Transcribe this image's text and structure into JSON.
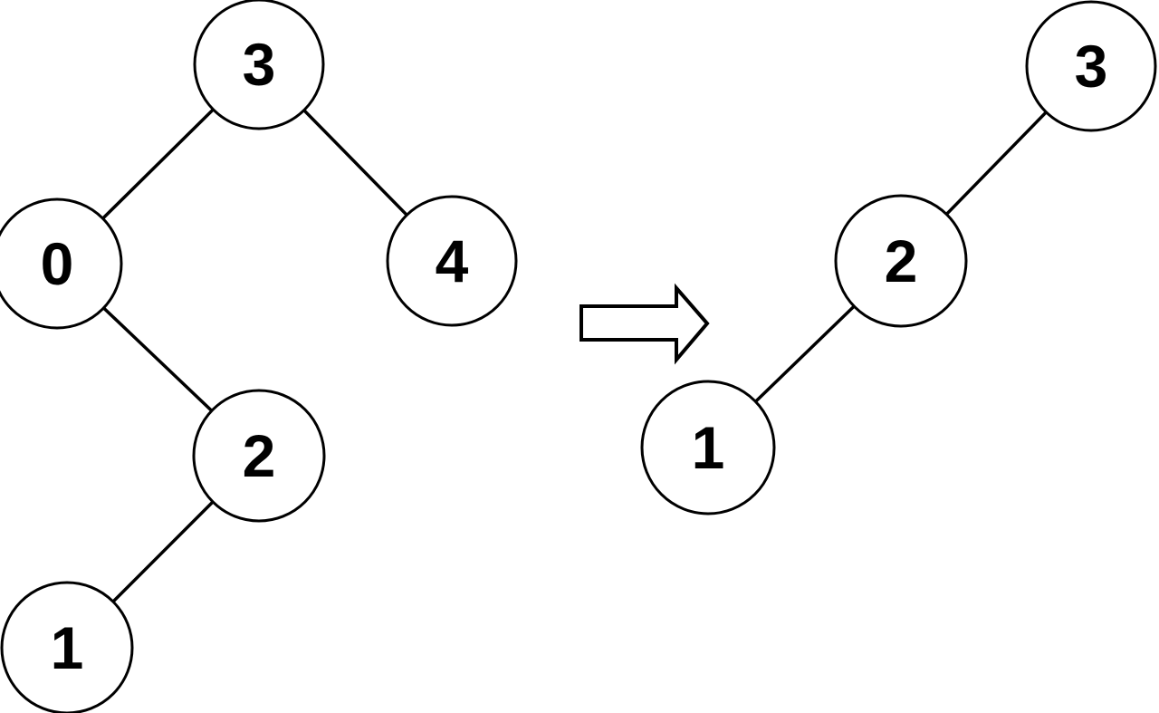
{
  "figure": {
    "kind": "binary-tree-before-after-diagram",
    "arrow": {
      "icon": "arrow-icon",
      "direction": "right"
    },
    "colors": {
      "highlight_fill": "#dae3f3",
      "highlight_stroke": "#8faadc",
      "node_fill": "#ffffff",
      "node_stroke": "#000000",
      "edge": "#000000",
      "label": "#000000",
      "background": "#ffffff"
    },
    "left_tree": {
      "role": "before",
      "nodes": [
        {
          "value": "3",
          "highlighted": false
        },
        {
          "value": "0",
          "highlighted": true
        },
        {
          "value": "4",
          "highlighted": true
        },
        {
          "value": "2",
          "highlighted": false
        },
        {
          "value": "1",
          "highlighted": false
        }
      ],
      "edges": [
        {
          "from": "3",
          "to": "0",
          "side": "left"
        },
        {
          "from": "3",
          "to": "4",
          "side": "right"
        },
        {
          "from": "0",
          "to": "2",
          "side": "right"
        },
        {
          "from": "2",
          "to": "1",
          "side": "left"
        }
      ]
    },
    "right_tree": {
      "role": "after",
      "nodes": [
        {
          "value": "3",
          "highlighted": false
        },
        {
          "value": "2",
          "highlighted": false
        },
        {
          "value": "1",
          "highlighted": false
        }
      ],
      "edges": [
        {
          "from": "3",
          "to": "2",
          "side": "left"
        },
        {
          "from": "2",
          "to": "1",
          "side": "left"
        }
      ]
    }
  }
}
